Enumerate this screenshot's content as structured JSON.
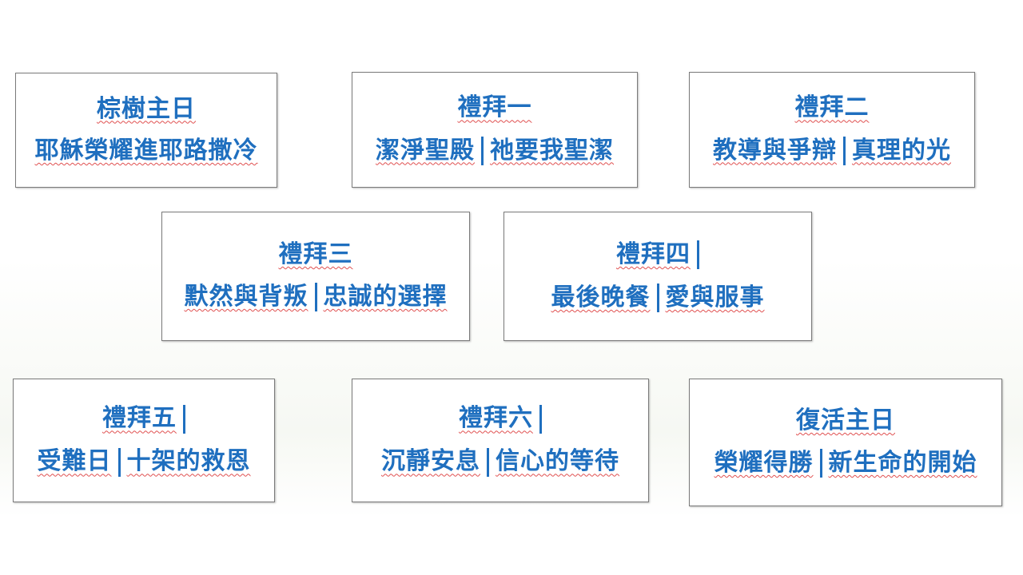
{
  "cards": [
    {
      "id": "palm-sunday",
      "title": "棕樹主日",
      "title_bar": false,
      "sub": [
        "耶穌榮耀進耶路撒冷"
      ]
    },
    {
      "id": "monday",
      "title": "禮拜一",
      "title_bar": false,
      "sub": [
        "潔淨聖殿",
        "祂要我聖潔"
      ]
    },
    {
      "id": "tuesday",
      "title": "禮拜二",
      "title_bar": false,
      "sub": [
        "教導與爭辯",
        "真理的光"
      ]
    },
    {
      "id": "wednesday",
      "title": "禮拜三",
      "title_bar": false,
      "sub": [
        "默然與背叛",
        "忠誠的選擇"
      ]
    },
    {
      "id": "thursday",
      "title": "禮拜四",
      "title_bar": true,
      "sub": [
        "最後晚餐",
        "愛與服事"
      ]
    },
    {
      "id": "friday",
      "title": "禮拜五",
      "title_bar": true,
      "sub": [
        "受難日",
        "十架的救恩"
      ]
    },
    {
      "id": "saturday",
      "title": "禮拜六",
      "title_bar": true,
      "sub": [
        "沉靜安息",
        "信心的等待"
      ]
    },
    {
      "id": "easter-sunday",
      "title": "復活主日",
      "title_bar": false,
      "sub": [
        "榮耀得勝",
        "新生命的開始"
      ]
    }
  ],
  "colors": {
    "text": "#1f6fbf",
    "spell_underline": "#e05050",
    "border": "#7a7a7a"
  }
}
